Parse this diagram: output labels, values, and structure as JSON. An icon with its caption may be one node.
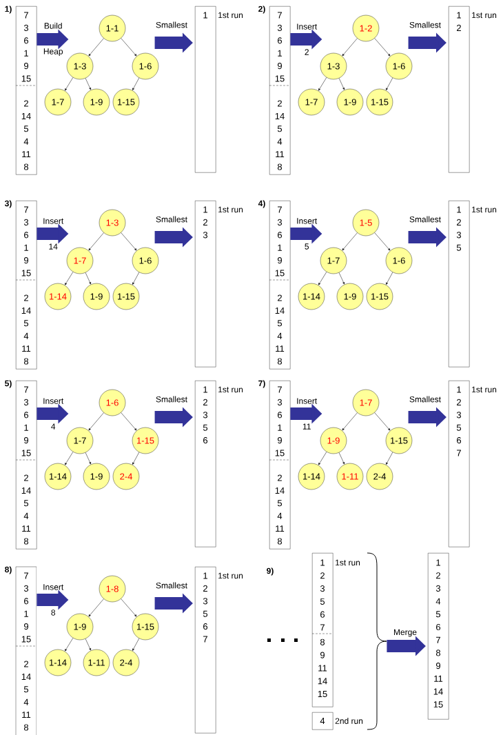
{
  "diagram": {
    "nodes": [
      {
        "text": [
          "7",
          "3",
          "6",
          "1",
          "9",
          "15",
          "2",
          "14",
          "5",
          "4",
          "11",
          "8"
        ]
      },
      {
        "text": [
          "1-1"
        ]
      },
      {
        "text": [
          "1-3"
        ]
      },
      {
        "text": [
          "1-6"
        ]
      },
      {
        "text": [
          "1-7"
        ]
      },
      {
        "text": [
          "1-9"
        ]
      },
      {
        "text": [
          "1-15"
        ]
      },
      {
        "text": [
          "1"
        ],
        "beside": [
          "1st run"
        ]
      },
      {
        "text": [
          "7",
          "3",
          "6",
          "1",
          "9",
          "15",
          "2",
          "14",
          "5",
          "4",
          "11",
          "8"
        ]
      },
      {
        "text": [
          "1-2"
        ]
      },
      {
        "text": [
          "1-3"
        ]
      },
      {
        "text": [
          "1-6"
        ]
      },
      {
        "text": [
          "1-7"
        ]
      },
      {
        "text": [
          "1-9"
        ]
      },
      {
        "text": [
          "1-15"
        ]
      },
      {
        "text": [
          "1",
          "2"
        ],
        "beside": [
          "1st run"
        ]
      },
      {
        "text": [
          "7",
          "3",
          "6",
          "1",
          "9",
          "15",
          "2",
          "14",
          "5",
          "4",
          "11",
          "8"
        ]
      },
      {
        "text": [
          "1-3"
        ]
      },
      {
        "text": [
          "1-7"
        ]
      },
      {
        "text": [
          "1-6"
        ]
      },
      {
        "text": [
          "1-14"
        ]
      },
      {
        "text": [
          "1-9"
        ]
      },
      {
        "text": [
          "1-15"
        ]
      },
      {
        "text": [
          "1",
          "2",
          "3"
        ],
        "beside": [
          "1st run"
        ]
      },
      {
        "text": [
          "7",
          "3",
          "6",
          "1",
          "9",
          "15",
          "2",
          "14",
          "5",
          "4",
          "11",
          "8"
        ]
      },
      {
        "text": [
          "1-5"
        ]
      },
      {
        "text": [
          "1-7"
        ]
      },
      {
        "text": [
          "1-6"
        ]
      },
      {
        "text": [
          "1-14"
        ]
      },
      {
        "text": [
          "1-9"
        ]
      },
      {
        "text": [
          "1-15"
        ]
      },
      {
        "text": [
          "1",
          "2",
          "3",
          "5"
        ],
        "beside": [
          "1st run"
        ]
      },
      {
        "text": [
          "7",
          "3",
          "6",
          "1",
          "9",
          "15",
          "2",
          "14",
          "5",
          "4",
          "11",
          "8"
        ]
      },
      {
        "text": [
          "1-6"
        ]
      },
      {
        "text": [
          "1-7"
        ]
      },
      {
        "text": [
          "1-15"
        ]
      },
      {
        "text": [
          "1-14"
        ]
      },
      {
        "text": [
          "1-9"
        ]
      },
      {
        "text": [
          "2-4"
        ]
      },
      {
        "text": [
          "1",
          "2",
          "3",
          "5",
          "6"
        ],
        "beside": [
          "1st run"
        ]
      },
      {
        "text": [
          "7",
          "3",
          "6",
          "1",
          "9",
          "15",
          "2",
          "14",
          "5",
          "4",
          "11",
          "8"
        ]
      },
      {
        "text": [
          "1-7"
        ]
      },
      {
        "text": [
          "1-9"
        ]
      },
      {
        "text": [
          "1-15"
        ]
      },
      {
        "text": [
          "1-14"
        ]
      },
      {
        "text": [
          "1-11"
        ]
      },
      {
        "text": [
          "2-4"
        ]
      },
      {
        "text": [
          "1",
          "2",
          "3",
          "5",
          "6",
          "7"
        ],
        "beside": [
          "1st run"
        ]
      },
      {
        "text": [
          "7",
          "3",
          "6",
          "1",
          "9",
          "15",
          "2",
          "14",
          "5",
          "4",
          "11",
          "8"
        ]
      },
      {
        "text": [
          "1-8"
        ]
      },
      {
        "text": [
          "1-9"
        ]
      },
      {
        "text": [
          "1-15"
        ]
      },
      {
        "text": [
          "1-14"
        ]
      },
      {
        "text": [
          "1-11"
        ]
      },
      {
        "text": [
          "2-4"
        ]
      },
      {
        "text": [
          "1",
          "2",
          "3",
          "5",
          "6",
          "7"
        ],
        "beside": [
          "1st run"
        ]
      },
      {
        "text": [
          "1",
          "2",
          "3",
          "5",
          "6",
          "7",
          "8",
          "9",
          "11",
          "14",
          "15"
        ],
        "beside": [
          "1st run"
        ]
      },
      {
        "text": [
          "4"
        ],
        "beside": [
          "2nd run"
        ]
      },
      {
        "text": [],
        "shape": "brace"
      },
      {
        "text": [
          "1",
          "2",
          "3",
          "4",
          "5",
          "6",
          "7",
          "8",
          "9",
          "11",
          "14",
          "15"
        ]
      }
    ],
    "edges": [
      {
        "from": 0,
        "to": 2,
        "arrow": "to",
        "style": "thick",
        "color": "#333399",
        "label": "Build Heap"
      },
      {
        "from": 1,
        "to": 2,
        "arrow": "to"
      },
      {
        "from": 1,
        "to": 3,
        "arrow": "to"
      },
      {
        "from": 2,
        "to": 4,
        "arrow": "to"
      },
      {
        "from": 2,
        "to": 5,
        "arrow": "to"
      },
      {
        "from": 3,
        "to": 6,
        "arrow": "to"
      },
      {
        "from": 3,
        "to": 7,
        "arrow": "to",
        "style": "thick",
        "color": "#333399",
        "label": "Smallest"
      },
      {
        "from": 8,
        "to": 10,
        "arrow": "to",
        "style": "thick",
        "color": "#333399",
        "label": "Insert 2"
      },
      {
        "from": 9,
        "to": 10,
        "arrow": "to"
      },
      {
        "from": 9,
        "to": 11,
        "arrow": "to"
      },
      {
        "from": 10,
        "to": 12,
        "arrow": "to"
      },
      {
        "from": 10,
        "to": 13,
        "arrow": "to"
      },
      {
        "from": 11,
        "to": 14,
        "arrow": "to"
      },
      {
        "from": 11,
        "to": 15,
        "arrow": "to",
        "style": "thick",
        "color": "#333399",
        "label": "Smallest"
      },
      {
        "from": 16,
        "to": 18,
        "arrow": "to",
        "style": "thick",
        "color": "#333399",
        "label": "Insert 14"
      },
      {
        "from": 17,
        "to": 18,
        "arrow": "to"
      },
      {
        "from": 17,
        "to": 19,
        "arrow": "to"
      },
      {
        "from": 18,
        "to": 20,
        "arrow": "to"
      },
      {
        "from": 18,
        "to": 21,
        "arrow": "to"
      },
      {
        "from": 19,
        "to": 22,
        "arrow": "to"
      },
      {
        "from": 19,
        "to": 23,
        "arrow": "to",
        "style": "thick",
        "color": "#333399",
        "label": "Smallest"
      },
      {
        "from": 24,
        "to": 26,
        "arrow": "to",
        "style": "thick",
        "color": "#333399",
        "label": "Insert 5"
      },
      {
        "from": 25,
        "to": 26,
        "arrow": "to"
      },
      {
        "from": 25,
        "to": 27,
        "arrow": "to"
      },
      {
        "from": 26,
        "to": 28,
        "arrow": "to"
      },
      {
        "from": 26,
        "to": 29,
        "arrow": "to"
      },
      {
        "from": 27,
        "to": 30,
        "arrow": "to"
      },
      {
        "from": 27,
        "to": 31,
        "arrow": "to",
        "style": "thick",
        "color": "#333399",
        "label": "Smallest"
      },
      {
        "from": 32,
        "to": 34,
        "arrow": "to",
        "style": "thick",
        "color": "#333399",
        "label": "Insert 4"
      },
      {
        "from": 33,
        "to": 34,
        "arrow": "to"
      },
      {
        "from": 33,
        "to": 35,
        "arrow": "to"
      },
      {
        "from": 34,
        "to": 36,
        "arrow": "to"
      },
      {
        "from": 34,
        "to": 37,
        "arrow": "to"
      },
      {
        "from": 35,
        "to": 38,
        "arrow": "to"
      },
      {
        "from": 35,
        "to": 39,
        "arrow": "to",
        "style": "thick",
        "color": "#333399",
        "label": "Smallest"
      },
      {
        "from": 40,
        "to": 42,
        "arrow": "to",
        "style": "thick",
        "color": "#333399",
        "label": "Insert 11"
      },
      {
        "from": 41,
        "to": 42,
        "arrow": "to"
      },
      {
        "from": 41,
        "to": 43,
        "arrow": "to"
      },
      {
        "from": 42,
        "to": 44,
        "arrow": "to"
      },
      {
        "from": 42,
        "to": 45,
        "arrow": "to"
      },
      {
        "from": 43,
        "to": 46,
        "arrow": "to"
      },
      {
        "from": 43,
        "to": 47,
        "arrow": "to",
        "style": "thick",
        "color": "#333399",
        "label": "Smallest"
      },
      {
        "from": 48,
        "to": 50,
        "arrow": "to",
        "style": "thick",
        "color": "#333399",
        "label": "Insert 8"
      },
      {
        "from": 49,
        "to": 50,
        "arrow": "to"
      },
      {
        "from": 49,
        "to": 51,
        "arrow": "to"
      },
      {
        "from": 50,
        "to": 52,
        "arrow": "to"
      },
      {
        "from": 50,
        "to": 53,
        "arrow": "to"
      },
      {
        "from": 51,
        "to": 54,
        "arrow": "to"
      },
      {
        "from": 51,
        "to": 55,
        "arrow": "to",
        "style": "thick",
        "color": "#333399",
        "label": "Smallest"
      },
      {
        "from": 58,
        "to": 59,
        "arrow": "to",
        "style": "thick",
        "color": "#333399",
        "label": "Merge"
      }
    ],
    "labels": [
      "1)",
      "2)",
      "3)",
      "4)",
      "5)",
      "7)",
      "8)",
      "9)"
    ]
  }
}
